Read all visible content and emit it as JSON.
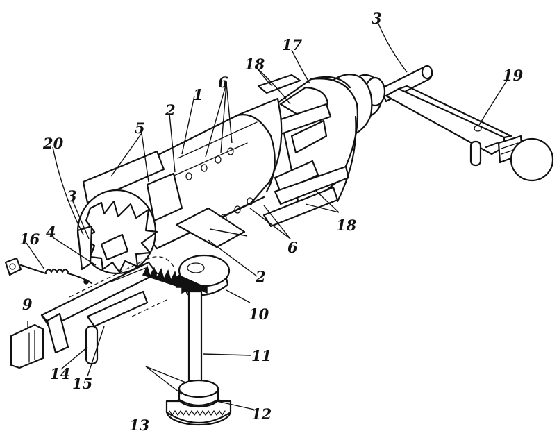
{
  "labels": {
    "l1": "1",
    "l2a": "2",
    "l2b": "2",
    "l3a": "3",
    "l3b": "3",
    "l4": "4",
    "l5": "5",
    "l6a": "6",
    "l6b": "6",
    "l9": "9",
    "l10": "10",
    "l11": "11",
    "l12": "12",
    "l13": "13",
    "l14": "14",
    "l15": "15",
    "l16": "16",
    "l17": "17",
    "l18a": "18",
    "l18b": "18",
    "l19": "19",
    "l20": "20"
  }
}
